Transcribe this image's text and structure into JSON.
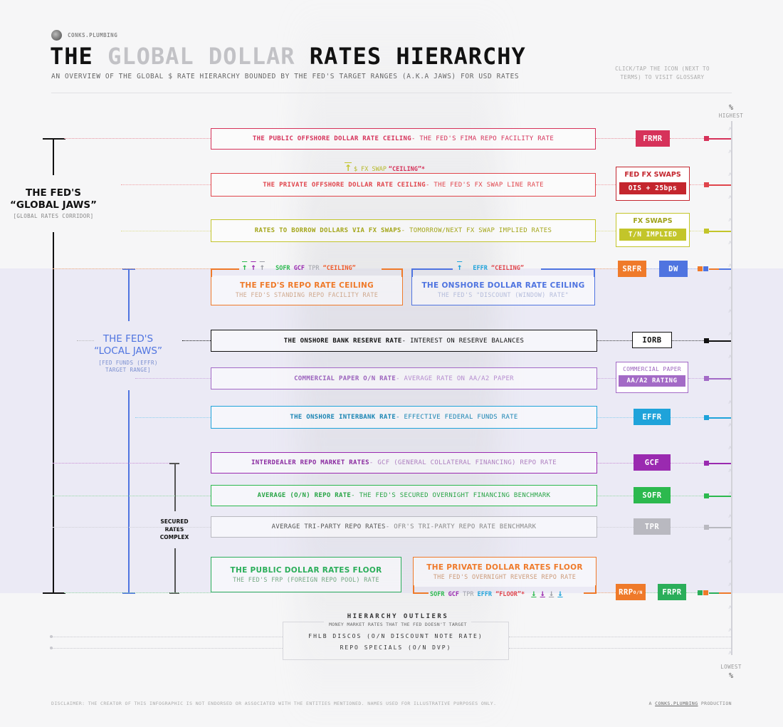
{
  "brand": "CONKS.PLUMBING",
  "title": {
    "part1": "THE",
    "part2": "GLOBAL DOLLAR",
    "part3": "RATES HIERARCHY"
  },
  "subtitle": "AN OVERVIEW OF THE GLOBAL $ RATE HIERARCHY BOUNDED BY THE FED'S TARGET RANGES (A.K.A JAWS) FOR USD RATES",
  "hint": "CLICK/TAP THE ICON (NEXT TO TERMS) TO VISIT GLOSSARY",
  "scale": {
    "top_pct": "%",
    "top_label": "HIGHEST",
    "bottom_label": "LOWEST",
    "bottom_pct": "%"
  },
  "global_jaws": {
    "line1": "THE FED'S",
    "line2": "“GLOBAL JAWS”",
    "sub": "[GLOBAL RATES CORRIDOR]"
  },
  "local_jaws": {
    "line1": "THE FED'S",
    "line2": "“LOCAL JAWS”",
    "sub1": "[FED FUNDS (EFFR)",
    "sub2": "TARGET RANGE]"
  },
  "secured_complex": {
    "line1": "SECURED",
    "line2": "RATES",
    "line3": "COMPLEX"
  },
  "rates": {
    "frmr": {
      "bold": "THE PUBLIC OFFSHORE DOLLAR RATE CEILING",
      "rest": " - THE FED'S FIMA REPO FACILITY RATE",
      "tag": "FRMR"
    },
    "fxline": {
      "bold": "THE PRIVATE OFFSHORE DOLLAR RATE CEILING",
      "rest": " - THE FED'S FX SWAP LINE RATE",
      "tag_title": "FED FX SWAPS",
      "tag_sub": "OIS + 25bps",
      "ceiling_pre": "$ FX SWAP",
      "ceiling_word": "“CEILING”*"
    },
    "fxswap": {
      "bold": "RATES TO BORROW DOLLARS VIA FX SWAPS",
      "rest": " - TOMORROW/NEXT FX SWAP IMPLIED RATES",
      "tag_title": "FX SWAPS",
      "tag_sub": "T/N IMPLIED"
    },
    "srf": {
      "bold": "THE FED'S REPO RATE CEILING",
      "sub": "THE FED'S STANDING REPO FACILITY RATE",
      "tag": "SRFR",
      "c_sofr": "SOFR",
      "c_gcf": "GCF",
      "c_tpr": "TPR",
      "c_word": "“CEILING”"
    },
    "dw": {
      "bold": "THE ONSHORE DOLLAR RATE CEILING",
      "sub": "THE FED'S \"DISCOUNT (WINDOW) RATE\"",
      "tag": "DW",
      "c_effr": "EFFR",
      "c_word": "“CEILING”"
    },
    "iorb": {
      "bold": "THE ONSHORE BANK RESERVE RATE",
      "rest": " - INTEREST ON RESERVE BALANCES",
      "tag": "IORB"
    },
    "cp": {
      "bold": "COMMERCIAL PAPER O/N RATE",
      "rest": " - AVERAGE RATE ON AA/A2 PAPER",
      "tag_title": "COMMERCIAL PAPER",
      "tag_sub": "AA/A2 RATING"
    },
    "effr": {
      "bold": "THE ONSHORE INTERBANK RATE",
      "rest": " - EFFECTIVE FEDERAL FUNDS RATE",
      "tag": "EFFR"
    },
    "gcf": {
      "bold": "INTERDEALER REPO MARKET RATES",
      "rest": " - GCF (GENERAL COLLATERAL FINANCING) REPO RATE",
      "tag": "GCF"
    },
    "sofr": {
      "bold": "AVERAGE (O/N) REPO RATE",
      "rest": " - THE FED'S SECURED OVERNIGHT FINANCING BENCHMARK",
      "tag": "SOFR"
    },
    "tpr": {
      "bold": "AVERAGE TRI-PARTY REPO RATES",
      "rest": " - OFR'S TRI-PARTY REPO RATE BENCHMARK",
      "tag": "TPR"
    },
    "frp": {
      "bold": "THE PUBLIC DOLLAR RATES FLOOR",
      "sub": "THE FED'S FRP (FOREIGN REPO POOL) RATE",
      "tag": "FRPR"
    },
    "rrp": {
      "bold": "THE PRIVATE DOLLAR RATES FLOOR",
      "sub": "THE FED'S OVERNIGHT REVERSE REPO RATE",
      "tag": "RRP",
      "tag_sub": "O/N",
      "f_sofr": "SOFR",
      "f_gcf": "GCF",
      "f_tpr": "TPR",
      "f_effr": "EFFR",
      "f_word": "“FLOOR”*"
    }
  },
  "outliers": {
    "title": "HIERARCHY OUTLIERS",
    "sub": "MONEY MARKET RATES THAT THE FED DOESN'T TARGET",
    "item1": "FHLB DISCOS (O/N DISCOUNT NOTE RATE)",
    "item2": "REPO SPECIALS (O/N DVP)"
  },
  "disclaimer": "DISCLAIMER: THE CREATOR OF THIS INFOGRAPHIC IS NOT ENDORSED OR ASSOCIATED WITH THE ENTITIES MENTIONED. NAMES USED FOR ILLUSTRATIVE PURPOSES ONLY.",
  "credit": {
    "pre": "A ",
    "link": "CONKS.PLUMBING",
    "post": " PRODUCTION"
  },
  "colors": {
    "frmr": "#d6325a",
    "fxline": "#e0454c",
    "fxswap": "#c3c52a",
    "srf": "#ef7a2a",
    "dw": "#4f74e0",
    "iorb": "#111111",
    "cp": "#a36ac6",
    "effr": "#1fa3da",
    "gcf": "#9a2ab0",
    "sofr": "#2cb94e",
    "tpr": "#b9b9c0",
    "frp": "#2bae5a",
    "rrp": "#ef7a2a"
  }
}
